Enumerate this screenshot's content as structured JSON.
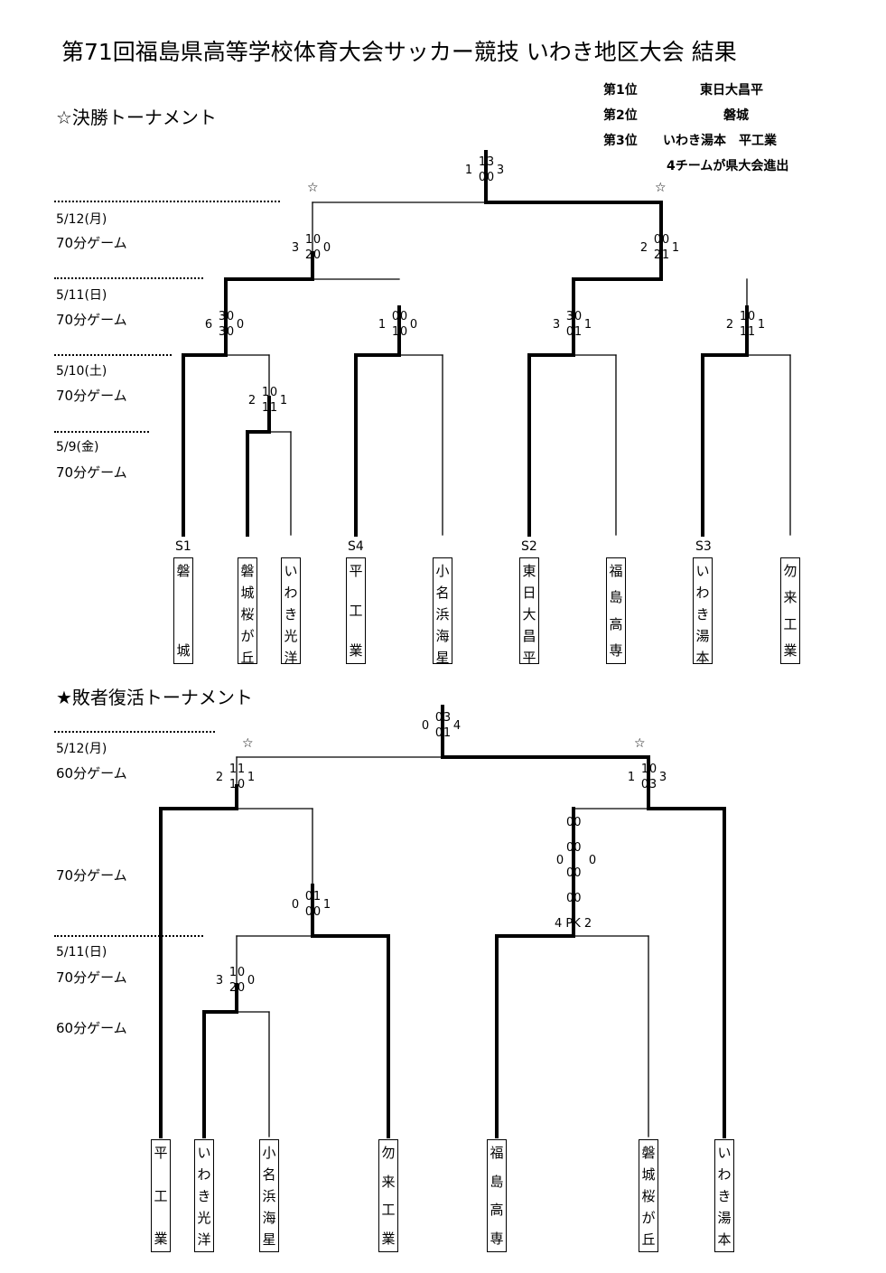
{
  "title": "第71回福島県高等学校体育大会サッカー競技 いわき地区大会 結果",
  "main_section": "☆決勝トーナメント",
  "repechage_section": "★敗者復活トーナメント",
  "results": [
    {
      "rank": "第1位",
      "team": "東日大昌平"
    },
    {
      "rank": "第2位",
      "team": "磐城"
    },
    {
      "rank": "第3位",
      "team": "いわき湯本　平工業"
    }
  ],
  "qualify_note": "4チームが県大会進出",
  "main_schedule": [
    {
      "date": "5/12(月)",
      "format": "70分ゲーム"
    },
    {
      "date": "5/11(日)",
      "format": "70分ゲーム"
    },
    {
      "date": "5/10(土)",
      "format": "70分ゲーム"
    },
    {
      "date": "5/9(金)",
      "format": "70分ゲーム"
    }
  ],
  "rep_schedule": [
    {
      "date": "5/12(月)",
      "format": "60分ゲーム"
    },
    {
      "date": "",
      "format": "70分ゲーム"
    },
    {
      "date": "5/11(日)",
      "format": "70分ゲーム"
    },
    {
      "date": "",
      "format": "60分ゲーム"
    }
  ],
  "seeds": [
    "S1",
    "S4",
    "S2",
    "S3"
  ],
  "main_teams": [
    "磐　城",
    "磐城桜が丘",
    "いわき光洋",
    "平工業",
    "小名浜海星",
    "東日大昌平",
    "福島高専",
    "いわき湯本",
    "勿来工業"
  ],
  "rep_teams": [
    "平工業",
    "いわき光洋",
    "小名浜海星",
    "勿来工業",
    "福島高専",
    "磐城桜が丘",
    "いわき湯本"
  ],
  "star": "☆",
  "main_scores": [
    {
      "id": "final",
      "left": "1",
      "right": "3",
      "h1": "1",
      "h2": "3",
      "h3": "0",
      "h4": "0"
    },
    {
      "id": "sf1",
      "left": "3",
      "right": "0",
      "h1": "1",
      "h2": "0",
      "h3": "2",
      "h4": "0"
    },
    {
      "id": "sf2",
      "left": "2",
      "right": "1",
      "h1": "0",
      "h2": "0",
      "h3": "2",
      "h4": "1"
    },
    {
      "id": "qf1",
      "left": "6",
      "right": "0",
      "h1": "3",
      "h2": "0",
      "h3": "3",
      "h4": "0"
    },
    {
      "id": "qf2",
      "left": "1",
      "right": "0",
      "h1": "0",
      "h2": "0",
      "h3": "1",
      "h4": "0"
    },
    {
      "id": "qf3",
      "left": "3",
      "right": "1",
      "h1": "3",
      "h2": "0",
      "h3": "0",
      "h4": "1"
    },
    {
      "id": "qf4",
      "left": "2",
      "right": "1",
      "h1": "1",
      "h2": "0",
      "h3": "1",
      "h4": "1"
    },
    {
      "id": "r1",
      "left": "2",
      "right": "1",
      "h1": "1",
      "h2": "0",
      "h3": "1",
      "h4": "1"
    }
  ],
  "rep_scores": [
    {
      "id": "rf",
      "left": "0",
      "right": "4",
      "h1": "0",
      "h2": "3",
      "h3": "0",
      "h4": "1"
    },
    {
      "id": "rs1",
      "left": "2",
      "right": "1",
      "h1": "1",
      "h2": "1",
      "h3": "1",
      "h4": "0"
    },
    {
      "id": "rs2",
      "left": "1",
      "right": "3",
      "h1": "1",
      "h2": "0",
      "h3": "0",
      "h4": "3"
    },
    {
      "id": "rq1",
      "left": "0",
      "right": "1",
      "h1": "0",
      "h2": "1",
      "h3": "0",
      "h4": "0"
    },
    {
      "id": "rr1",
      "left": "3",
      "right": "0",
      "h1": "1",
      "h2": "0",
      "h3": "2",
      "h4": "0"
    }
  ],
  "rep_pk": {
    "rows": [
      "0 0",
      "0 0",
      "0 0",
      "0 0"
    ],
    "left": "0",
    "right": "0",
    "pk": "4 PK 2"
  }
}
